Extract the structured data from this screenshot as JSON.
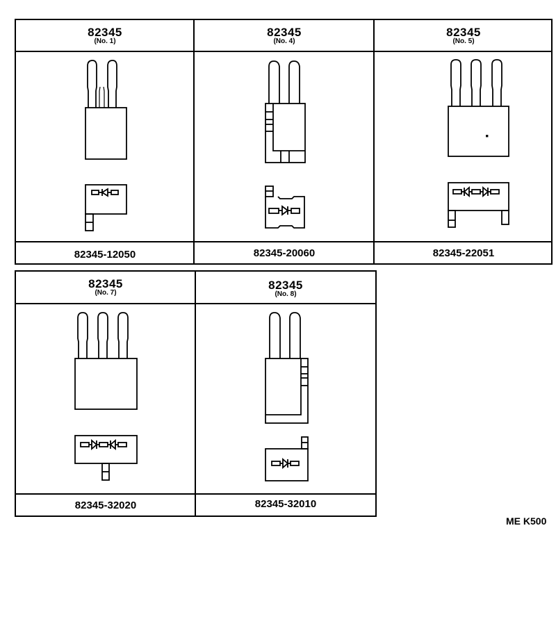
{
  "table_top": {
    "cells": [
      {
        "title": "82345",
        "subtitle": "(No. 1)",
        "part_number": "82345-12050",
        "terminals": 2,
        "diodes": "1 (reverse)"
      },
      {
        "title": "82345",
        "subtitle": "(No. 4)",
        "part_number": "82345-20060",
        "terminals": 2,
        "diodes": "1 (forward)"
      },
      {
        "title": "82345",
        "subtitle": "(No. 5)",
        "part_number": "82345-22051",
        "terminals": 3,
        "diodes": "2 (reverse, forward)"
      }
    ]
  },
  "table_bottom": {
    "cells": [
      {
        "title": "82345",
        "subtitle": "(No. 7)",
        "part_number": "82345-32020",
        "terminals": 3,
        "diodes": "2 (forward, reverse)"
      },
      {
        "title": "82345",
        "subtitle": "(No. 8)",
        "part_number": "82345-32010",
        "terminals": 2,
        "diodes": "1 (forward)"
      }
    ]
  },
  "figure_code": "ME K500"
}
